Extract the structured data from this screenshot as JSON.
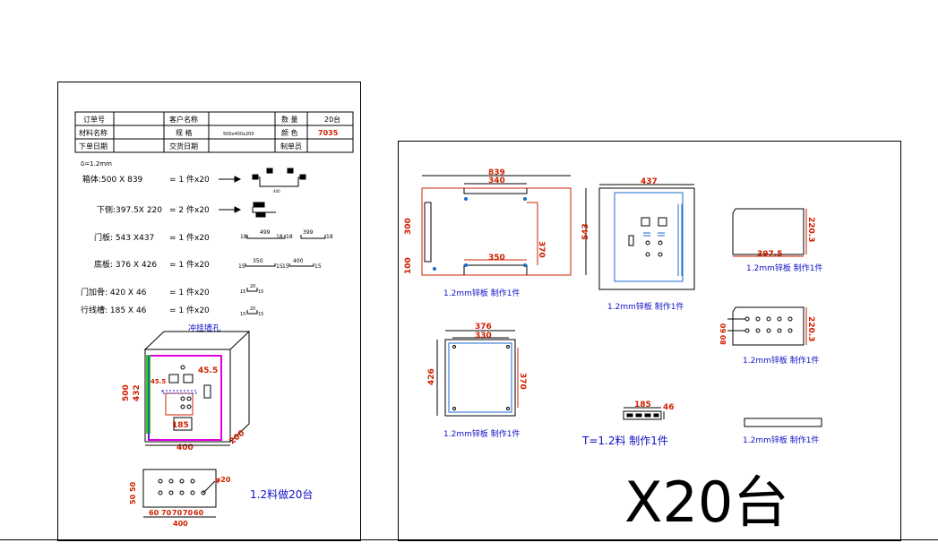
{
  "order_table": {
    "r1": [
      "订单号",
      "",
      "客户名称",
      "",
      "数 量",
      "20台"
    ],
    "r2": [
      "材料名称",
      "",
      "规 格",
      "500x400x200",
      "颜 色",
      "7035"
    ],
    "r3": [
      "下单日期",
      "",
      "交货日期",
      "",
      "制单员",
      ""
    ]
  },
  "thickness": "δ=1.2mm",
  "parts": [
    {
      "name": "箱体:500 X 839",
      "qty": "= 1 件x20"
    },
    {
      "name": "下侧:397.5X 220",
      "qty": "= 2 件x20"
    },
    {
      "name": "门板: 543 X437",
      "qty": "= 1 件x20"
    },
    {
      "name": "底板: 376 X 426",
      "qty": "= 1 件x20"
    },
    {
      "name": "门加骨: 420 X 46",
      "qty": "= 1 件x20"
    },
    {
      "name": "行线槽: 185 X 46",
      "qty": "= 1 件x20"
    }
  ],
  "sketch_labels": {
    "s1_bottom": "400",
    "s2_a": "499",
    "s2_b": "399",
    "s2_e": "18",
    "s3_a": "350",
    "s3_b": "400",
    "s3_e": "15",
    "s4_a": "20",
    "s4_e": "15",
    "s5_a": "20",
    "s5_e": "15"
  },
  "cabinet": {
    "note": "冲挂墙孔",
    "h500": "500",
    "h432": "432",
    "d45": "45.5",
    "d45b": "45.5",
    "d185": "185",
    "w400": "400",
    "depth": "200"
  },
  "bottom_view": {
    "phi": "φ20",
    "v50a": "50",
    "v50b": "50",
    "h1": "60",
    "h2": "70",
    "h3": "70",
    "h4": "70",
    "h5": "60",
    "w": "400"
  },
  "left_note": "1.2料做20台",
  "right": {
    "p1": {
      "w839": "839",
      "w340": "340",
      "l300": "300",
      "l100": "100",
      "r370": "370",
      "c350": "350",
      "h543": "543",
      "label": "1.2mm锌板 制作1件"
    },
    "p2": {
      "w437": "437",
      "label": "1.2mm锌板 制作1件"
    },
    "p3": {
      "w": "397.5",
      "h": "220.3",
      "label": "1.2mm锌板 制作1件"
    },
    "p4": {
      "w376": "376",
      "w330": "330",
      "h426": "426",
      "h370": "370",
      "label": "1.2mm锌板 制作1件"
    },
    "p5": {
      "w185": "185",
      "w46": "46",
      "label": "T=1.2料 制作1件"
    },
    "p6": {
      "h": "220.3",
      "a": "60",
      "b": "80",
      "label": "1.2mm锌板 制作1件"
    },
    "p7": {
      "label": "1.2mm锌板 制作1件"
    },
    "big": "X20台"
  }
}
